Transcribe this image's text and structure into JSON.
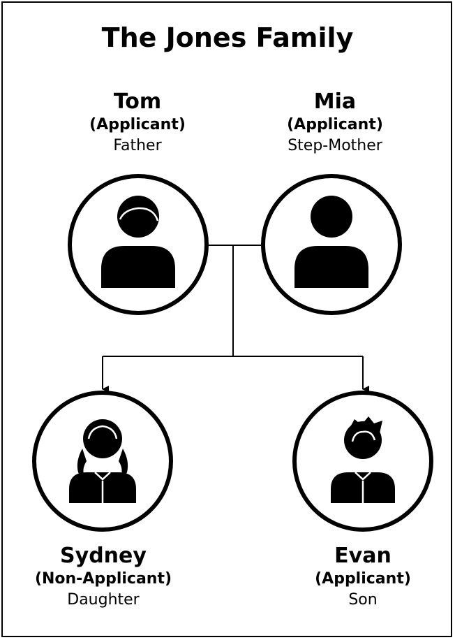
{
  "title": "The Jones Family",
  "members": {
    "tom": {
      "name": "Tom",
      "role": "(Applicant)",
      "relation": "Father"
    },
    "mia": {
      "name": "Mia",
      "role": "(Applicant)",
      "relation": "Step-Mother"
    },
    "sydney": {
      "name": "Sydney",
      "role": "(Non-Applicant)",
      "relation": "Daughter"
    },
    "evan": {
      "name": "Evan",
      "role": "(Applicant)",
      "relation": "Son"
    }
  },
  "icons": {
    "tom": "man-icon",
    "mia": "woman-icon",
    "sydney": "girl-icon",
    "evan": "boy-icon"
  },
  "colors": {
    "line": "#000000",
    "fill": "#000000",
    "background": "#ffffff"
  }
}
